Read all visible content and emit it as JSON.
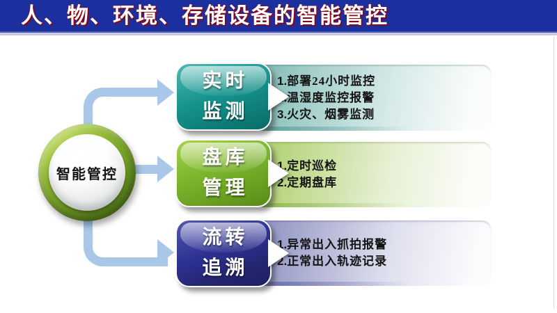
{
  "title": {
    "text": "人、物、环境、存储设备的智能管控"
  },
  "hub": {
    "label": "智能管控"
  },
  "rows": [
    {
      "box_line1": "实时",
      "box_line2": "监测",
      "items": [
        {
          "n": "1.",
          "t": "部署24小时监控"
        },
        {
          "n": "2.",
          "t": "温湿度监控报警"
        },
        {
          "n": "3.",
          "t": "火灾、烟雾监测"
        }
      ]
    },
    {
      "box_line1": "盘库",
      "box_line2": "管理",
      "items": [
        {
          "n": "1.",
          "t": "定时巡检"
        },
        {
          "n": "2.",
          "t": "定期盘库"
        }
      ]
    },
    {
      "box_line1": "流转",
      "box_line2": "追溯",
      "items": [
        {
          "n": "1.",
          "t": "异常出入抓拍报警"
        },
        {
          "n": "2.",
          "t": "正常出入轨迹记录"
        }
      ]
    }
  ],
  "colors": {
    "banner_bg": "#1C2F9E",
    "title_text": "#FFFFFF",
    "title_shadow_red": "#9B0000",
    "connector_blue": "#A9C7E8",
    "hub_ring_green": "#78A328",
    "row_teal": "#0F8781",
    "row_green": "#76B226",
    "row_navy": "#2B2F8E"
  }
}
